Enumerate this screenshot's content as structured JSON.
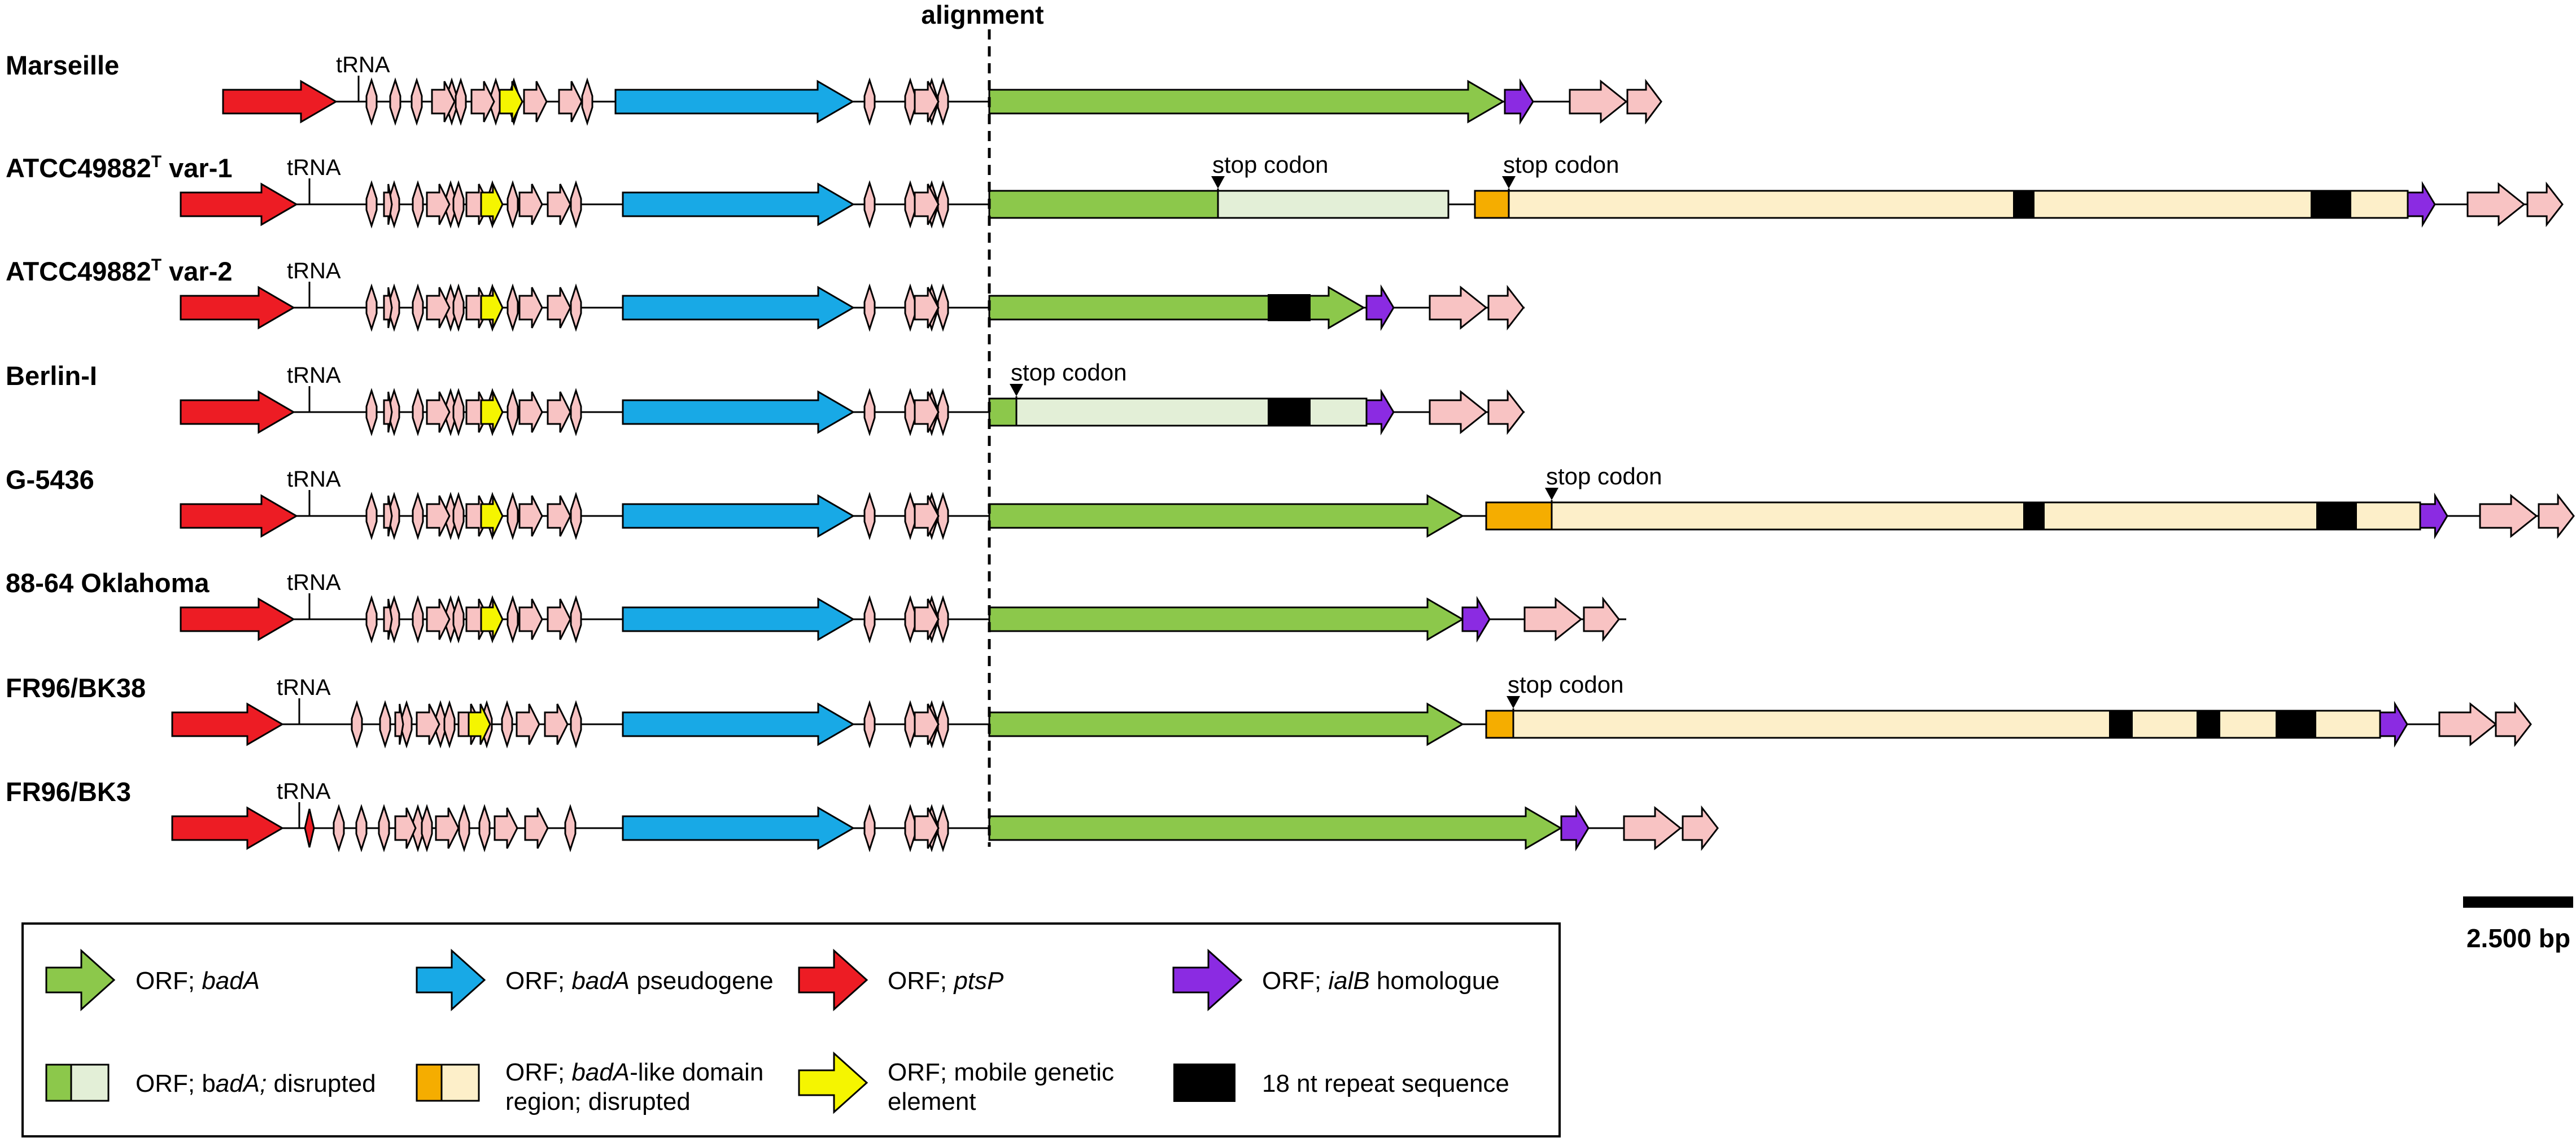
{
  "header": {
    "alignment_label": "alignment"
  },
  "colors": {
    "badA": "#8cc84b",
    "badA_pseudogene": "#18a9e6",
    "ptsP": "#ed1c24",
    "ialB": "#8b2be2",
    "mobile": "#f5f500",
    "small_orf": "#f8c3c3",
    "disrupted_light_green": "#e3efd7",
    "orange": "#f5ad00",
    "light_orange": "#fdefc9",
    "repeat": "#000000"
  },
  "strains": [
    {
      "name": "Marseille",
      "sup": "",
      "suffix": "",
      "trna": "tRNA",
      "segments": [
        "ptsP",
        "cluster",
        "badA_pseudogene",
        "cluster2",
        "badA",
        "ialB",
        "orfs"
      ]
    },
    {
      "name": "ATCC49882",
      "sup": "T",
      "suffix": " var-1",
      "trna": "tRNA",
      "annotations": [
        "stop codon",
        "stop codon"
      ]
    },
    {
      "name": "ATCC49882",
      "sup": "T",
      "suffix": " var-2",
      "trna": "tRNA"
    },
    {
      "name": "Berlin-I",
      "sup": "",
      "suffix": "",
      "trna": "tRNA",
      "annotations": [
        "stop codon"
      ]
    },
    {
      "name": "G-5436",
      "sup": "",
      "suffix": "",
      "trna": "tRNA",
      "annotations": [
        "stop codon"
      ]
    },
    {
      "name": "88-64 Oklahoma",
      "sup": "",
      "suffix": "",
      "trna": "tRNA"
    },
    {
      "name": "FR96/BK38",
      "sup": "",
      "suffix": "",
      "trna": "tRNA",
      "annotations": [
        "stop codon"
      ]
    },
    {
      "name": "FR96/BK3",
      "sup": "",
      "suffix": "",
      "trna": "tRNA"
    }
  ],
  "legend": {
    "items": [
      {
        "pre": "ORF; ",
        "ital": "badA",
        "post": ""
      },
      {
        "pre": "ORF; ",
        "ital": "badA",
        "post": " pseudogene"
      },
      {
        "pre": "ORF; ",
        "ital": "ptsP",
        "post": ""
      },
      {
        "pre": "ORF; ",
        "ital": "ialB",
        "post": " homologue"
      },
      {
        "pre": "ORF; b",
        "ital": "adA;",
        "post": " disrupted"
      },
      {
        "pre": "ORF; ",
        "ital": "badA",
        "post": "-like domain",
        "line2": "region; disrupted"
      },
      {
        "pre": "ORF; mobile genetic",
        "ital": "",
        "post": "",
        "line2": "element"
      },
      {
        "pre": "18 nt repeat sequence",
        "ital": "",
        "post": ""
      }
    ]
  },
  "scale_bar": {
    "label": "2.500 bp"
  }
}
